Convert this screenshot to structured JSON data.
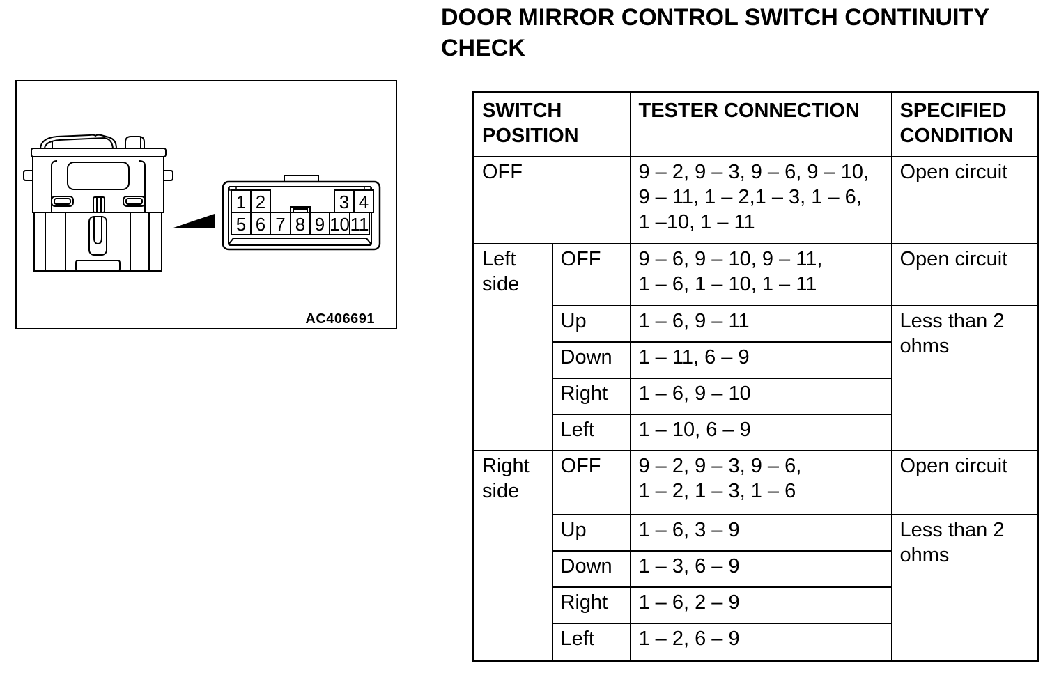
{
  "page": {
    "title": "DOOR MIRROR CONTROL SWITCH CONTINUITY\nCHECK"
  },
  "figure": {
    "id_label": "AC406691",
    "connector_pins": [
      "1",
      "2",
      "3",
      "4",
      "5",
      "6",
      "7",
      "8",
      "9",
      "10",
      "11"
    ]
  },
  "table": {
    "headers": {
      "switch_position": "SWITCH POSITION",
      "tester_connection": "TESTER CONNECTION",
      "specified_condition": "SPECIFIED CONDITION"
    },
    "off_row": {
      "position": "OFF",
      "tester": "9 – 2, 9 – 3, 9 – 6, 9 – 10,\n9 – 11, 1 – 2,1 – 3, 1 – 6,\n1 –10, 1 – 11",
      "condition": "Open circuit"
    },
    "left_side": {
      "label": "Left side",
      "off": {
        "position": "OFF",
        "tester": "9 – 6, 9 – 10, 9 – 11,\n1 – 6, 1 – 10, 1 – 11",
        "condition": "Open circuit"
      },
      "up": {
        "position": "Up",
        "tester": "1 – 6, 9 – 11"
      },
      "down": {
        "position": "Down",
        "tester": "1 – 11, 6 – 9"
      },
      "right": {
        "position": "Right",
        "tester": "1 – 6, 9 – 10"
      },
      "left": {
        "position": "Left",
        "tester": "1 – 10, 6 – 9"
      },
      "condition_up_to_left": "Less than 2 ohms"
    },
    "right_side": {
      "label": "Right side",
      "off": {
        "position": "OFF",
        "tester": "9 – 2, 9 – 3, 9 – 6,\n1 – 2, 1 – 3, 1 – 6",
        "condition": "Open circuit"
      },
      "up": {
        "position": "Up",
        "tester": "1 – 6, 3 – 9"
      },
      "down": {
        "position": "Down",
        "tester": "1 – 3, 6 – 9"
      },
      "right": {
        "position": "Right",
        "tester": "1 – 6, 2 – 9"
      },
      "left": {
        "position": "Left",
        "tester": "1 – 2, 6 – 9"
      },
      "condition_up_to_left": "Less than 2 ohms"
    }
  }
}
